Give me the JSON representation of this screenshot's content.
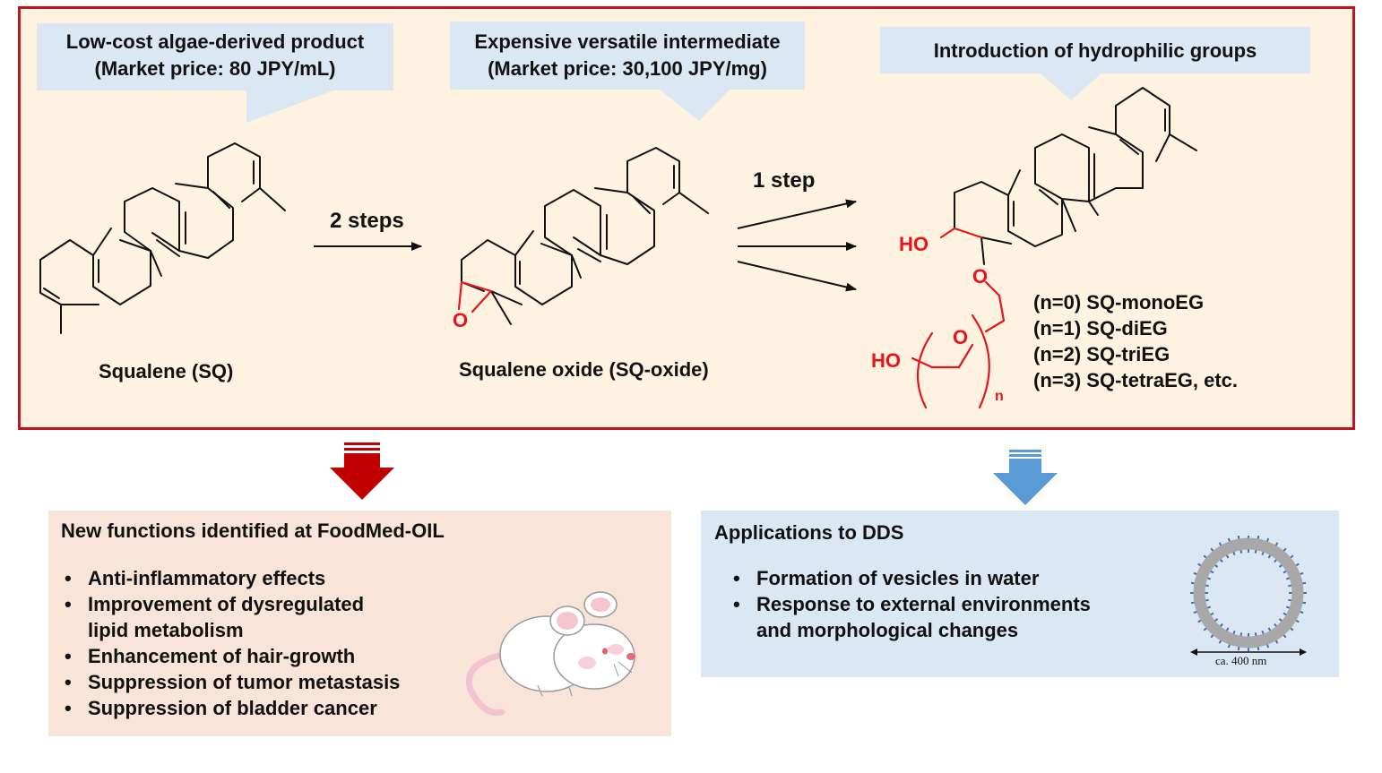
{
  "callouts": {
    "left": {
      "line1": "Low-cost algae-derived product",
      "line2": "(Market price: 80 JPY/mL)"
    },
    "middle": {
      "line1": "Expensive versatile intermediate",
      "line2": "(Market price: 30,100 JPY/mg)"
    },
    "right": {
      "line1": "Introduction of hydrophilic groups"
    }
  },
  "compounds": {
    "squalene": "Squalene (SQ)",
    "oxide": "Squalene oxide (SQ-oxide)"
  },
  "steps": {
    "first": "2 steps",
    "second": "1 step"
  },
  "atoms": {
    "epoxide_o": "O",
    "ho_top": "HO",
    "o_upper": "O",
    "o_lower": "O",
    "ho_bottom": "HO",
    "subscript_n": "n"
  },
  "series": [
    "(n=0) SQ-monoEG",
    "(n=1) SQ-diEG",
    "(n=2) SQ-triEG",
    "(n=3) SQ-tetraEG, etc."
  ],
  "left_panel": {
    "title": "New functions identified at FoodMed-OIL",
    "bullet": "•",
    "items": [
      "Anti-inflammatory effects",
      "Improvement of dysregulated",
      "Enhancement of hair-growth",
      "Suppression of tumor metastasis",
      "Suppression of bladder cancer"
    ],
    "item2_cont": "lipid metabolism"
  },
  "right_panel": {
    "title": "Applications to DDS",
    "bullet": "•",
    "items": [
      "Formation of vesicles in water",
      "Response to external environments"
    ],
    "item2_cont": "and morphological changes",
    "scale_label": "ca. 400 nm"
  },
  "colors": {
    "frame_red": "#c0151c",
    "chem_red": "#e8141c",
    "callout_blue": "#dbe7f3",
    "arrow_red": "#c00000",
    "arrow_blue": "#5b9bd5",
    "panel_left": "#f8e4d8",
    "panel_right": "#dbe7f3"
  },
  "icons": [
    "down-arrow-red-icon",
    "down-arrow-blue-icon",
    "mouse-icon",
    "vesicle-icon"
  ]
}
